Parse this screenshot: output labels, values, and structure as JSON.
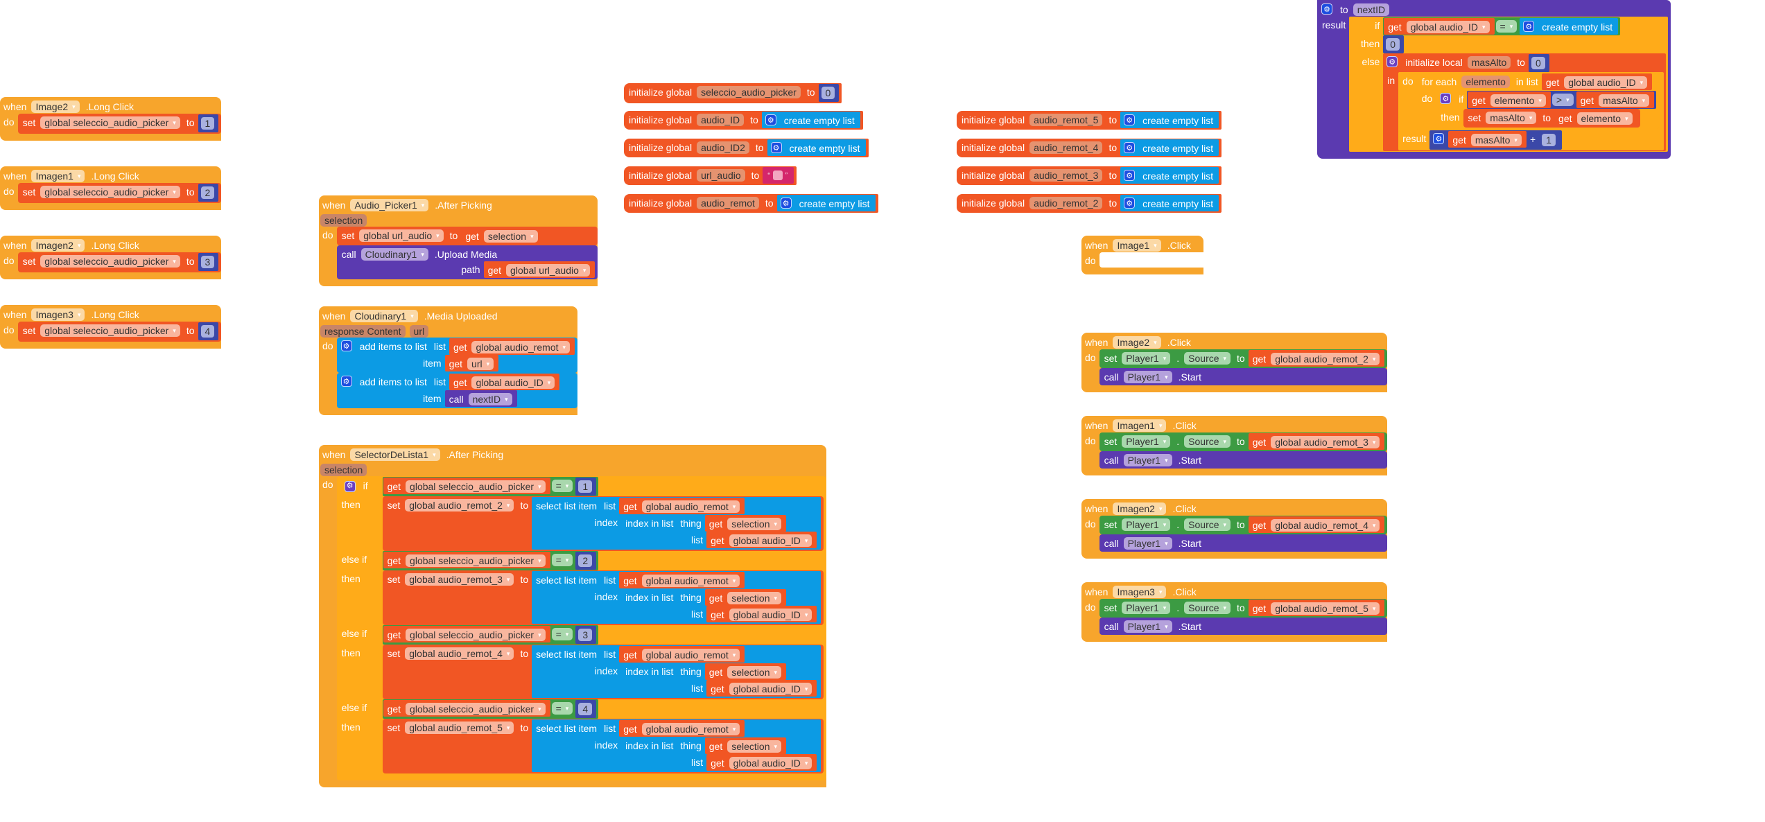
{
  "kw": {
    "when": "when",
    "do": "do",
    "set": "set",
    "to": "to",
    "get": "get",
    "call": "call",
    "then": "then",
    "else": "else",
    "else_if": "else if",
    "if": "if",
    "in": "in",
    "result": "result",
    "for_each": "for each",
    "in_list": "in list",
    "path": "path",
    "list": "list",
    "item": "item",
    "index": "index",
    "thing": "thing",
    "dot": ".",
    "init_global": "initialize global",
    "init_local": "initialize local",
    "create_empty_list": "create empty list",
    "add_items": "add items to list",
    "select_list_item": "select list item",
    "index_in_list": "index in list",
    "eq": "=",
    "gt": ">",
    "plus": "+"
  },
  "long_click_handlers": [
    {
      "component": "Image2",
      "event": ".Long Click",
      "variable": "global seleccio_audio_picker",
      "value": "1"
    },
    {
      "component": "Imagen1",
      "event": ".Long Click",
      "variable": "global seleccio_audio_picker",
      "value": "2"
    },
    {
      "component": "Imagen2",
      "event": ".Long Click",
      "variable": "global seleccio_audio_picker",
      "value": "3"
    },
    {
      "component": "Imagen3",
      "event": ".Long Click",
      "variable": "global seleccio_audio_picker",
      "value": "4"
    }
  ],
  "audio_picker_handler": {
    "component": "Audio_Picker1",
    "event": ".After Picking",
    "param": "selection",
    "set_var": "global url_audio",
    "get_var": "selection",
    "call_component": "Cloudinary1",
    "call_method": ".Upload Media",
    "path_var": "global url_audio"
  },
  "cloudinary_handler": {
    "component": "Cloudinary1",
    "event": ".Media Uploaded",
    "params": [
      "response Content",
      "url"
    ],
    "add1_list": "global audio_remot",
    "add1_item": "url",
    "add2_list": "global audio_ID",
    "add2_call": "nextID"
  },
  "selector_handler": {
    "component": "SelectorDeLista1",
    "event": ".After Picking",
    "param": "selection",
    "compare_var": "global seleccio_audio_picker",
    "source_list": "global audio_remot",
    "thing_var": "selection",
    "id_list": "global audio_ID",
    "branches": [
      {
        "value": "1",
        "target": "global audio_remot_2"
      },
      {
        "value": "2",
        "target": "global audio_remot_3"
      },
      {
        "value": "3",
        "target": "global audio_remot_4"
      },
      {
        "value": "4",
        "target": "global audio_remot_5"
      }
    ]
  },
  "globals_left": [
    {
      "name": "seleccio_audio_picker",
      "type": "number",
      "value": "0"
    },
    {
      "name": "audio_ID",
      "type": "list"
    },
    {
      "name": "audio_ID2",
      "type": "list"
    },
    {
      "name": "url_audio",
      "type": "string"
    },
    {
      "name": "audio_remot",
      "type": "list"
    }
  ],
  "globals_right": [
    {
      "name": "audio_remot_5"
    },
    {
      "name": "audio_remot_4"
    },
    {
      "name": "audio_remot_3"
    },
    {
      "name": "audio_remot_2"
    }
  ],
  "click_handlers": [
    {
      "component": "Image1",
      "event": ".Click",
      "empty": true
    },
    {
      "component": "Image2",
      "event": ".Click",
      "player": "Player1",
      "property": "Source",
      "var": "global audio_remot_2",
      "method": ".Start"
    },
    {
      "component": "Imagen1",
      "event": ".Click",
      "player": "Player1",
      "property": "Source",
      "var": "global audio_remot_3",
      "method": ".Start"
    },
    {
      "component": "Imagen2",
      "event": ".Click",
      "player": "Player1",
      "property": "Source",
      "var": "global audio_remot_4",
      "method": ".Start"
    },
    {
      "component": "Imagen3",
      "event": ".Click",
      "player": "Player1",
      "property": "Source",
      "var": "global audio_remot_5",
      "method": ".Start"
    }
  ],
  "procedure": {
    "name": "nextID",
    "list_var": "global audio_ID",
    "then_value": "0",
    "local_var": "masAlto",
    "local_init": "0",
    "loop_var": "elemento",
    "increment": "1"
  },
  "colors": {
    "event": "#f7a52c",
    "control": "#ffab19",
    "variable": "#f15624",
    "procedure": "#5b3ab0",
    "logic": "#3c9b43",
    "list": "#0c9be4",
    "math": "#3b48a8",
    "text": "#d4266b"
  }
}
